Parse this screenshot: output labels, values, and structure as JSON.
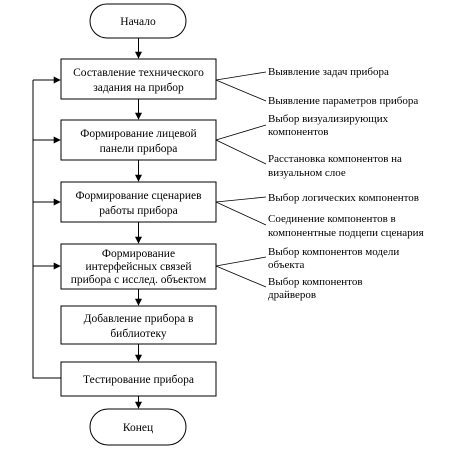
{
  "colors": {
    "stroke": "#000000",
    "fill": "#ffffff",
    "text": "#000000"
  },
  "start": {
    "label": "Начало"
  },
  "end": {
    "label": "Конец"
  },
  "steps": [
    {
      "lines": [
        "Составление технического",
        "задания на прибор"
      ]
    },
    {
      "lines": [
        "Формирование лицевой",
        "панели прибора"
      ]
    },
    {
      "lines": [
        "Формирование сценариев",
        "работы прибора"
      ]
    },
    {
      "lines": [
        "Формирование",
        "интерфейсных связей",
        "прибора с исслед. объектом"
      ]
    },
    {
      "lines": [
        "Добавление прибора в",
        "библиотеку"
      ]
    },
    {
      "lines": [
        "Тестирование прибора"
      ]
    }
  ],
  "notes": [
    {
      "lines": [
        "Выявление задач прибора"
      ]
    },
    {
      "lines": [
        "Выявление параметров прибора"
      ]
    },
    {
      "lines": [
        "Выбор визуализирующих",
        "компонентов"
      ]
    },
    {
      "lines": [
        "Расстановка компонентов на",
        "визуальном слое"
      ]
    },
    {
      "lines": [
        "Выбор логических компонентов"
      ]
    },
    {
      "lines": [
        "Соединение компонентов в",
        "компонентные подцепи сценария"
      ]
    },
    {
      "lines": [
        "Выбор компонентов модели",
        "объекта"
      ]
    },
    {
      "lines": [
        "Выбор компонентов",
        "драйверов"
      ]
    }
  ]
}
